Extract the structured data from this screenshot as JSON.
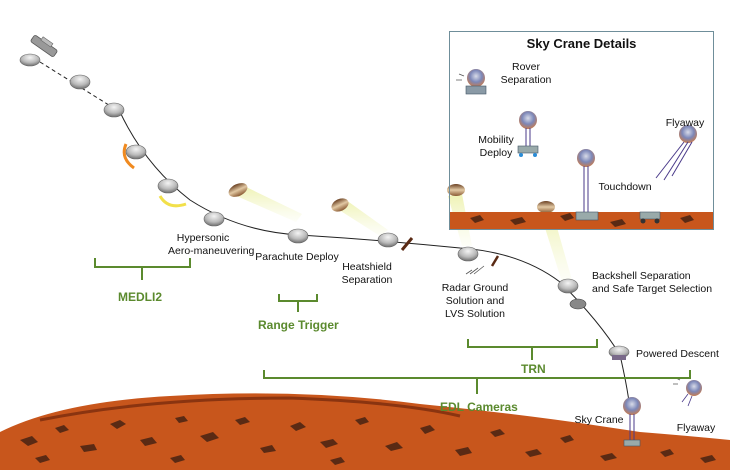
{
  "inset": {
    "title": "Sky Crane Details"
  },
  "stages": {
    "hypersonic": [
      "Hypersonic",
      "Aero-maneuvering"
    ],
    "parachute": "Parachute Deploy",
    "heatshield": [
      "Heatshield",
      "Separation"
    ],
    "radar": [
      "Radar Ground",
      "Solution and",
      "LVS Solution"
    ],
    "backshell": [
      "Backshell Separation",
      "and Safe Target Selection"
    ],
    "powered": "Powered Descent",
    "skycrane": "Sky Crane",
    "flyaway": "Flyaway"
  },
  "skycrane_details": {
    "rover_sep": [
      "Rover",
      "Separation"
    ],
    "mobility": [
      "Mobility",
      "Deploy"
    ],
    "touchdown": "Touchdown",
    "flyaway": "Flyaway"
  },
  "instruments": {
    "medli2": "MEDLI2",
    "range_trigger": "Range Trigger",
    "trn": "TRN",
    "edl_cameras": "EDL Cameras"
  },
  "colors": {
    "instrument_green": "#5b8a2e",
    "terrain": "#c8561c",
    "terrain_dark": "#5a2a14",
    "inset_border": "#6f8e9a"
  }
}
